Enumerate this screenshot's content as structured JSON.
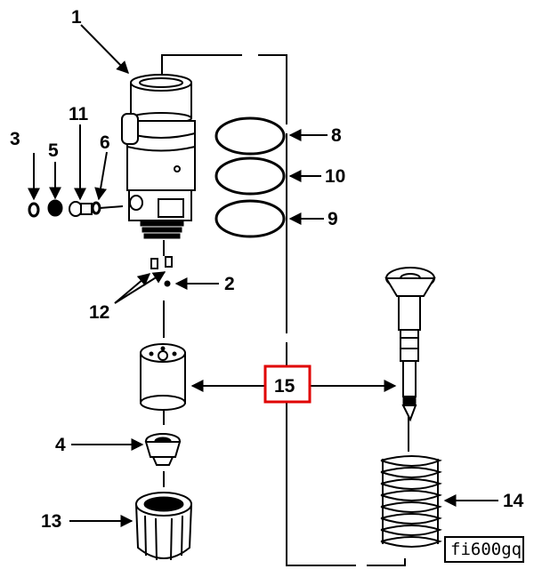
{
  "figure": {
    "reference_code": "fi600gq",
    "highlight_color": "#e00000",
    "ink_color": "#000000"
  },
  "callouts": {
    "c1": "1",
    "c2": "2",
    "c3": "3",
    "c4": "4",
    "c5": "5",
    "c6": "6",
    "c8": "8",
    "c9": "9",
    "c10": "10",
    "c11": "11",
    "c12": "12",
    "c13": "13",
    "c14": "14",
    "c15": "15"
  }
}
